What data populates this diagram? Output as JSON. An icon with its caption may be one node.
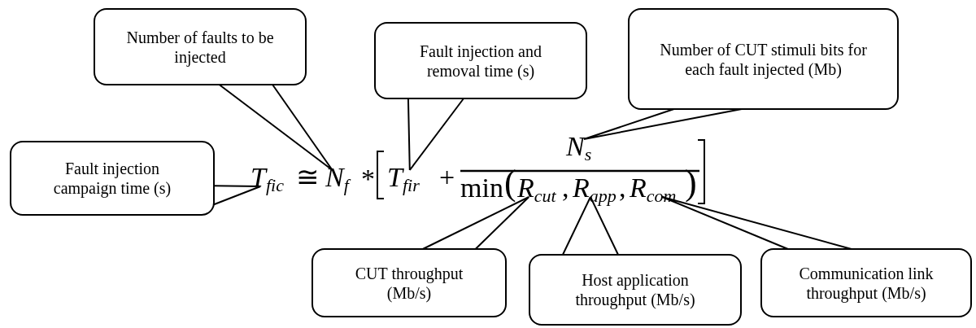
{
  "diagram": {
    "nodes": [
      {
        "text": [
          "Number of faults to be injected"
        ]
      },
      {
        "text": [
          "Fault injection and removal time (s)"
        ]
      },
      {
        "text": [
          "Number of CUT stimuli bits for each fault injected (Mb)"
        ]
      },
      {
        "text": [
          "Fault injection campaign time (s)"
        ]
      },
      {
        "text": [
          "T$_{fic}$"
        ]
      },
      {
        "text": [
          "N$_{f}$"
        ]
      },
      {
        "text": [
          "T$_{fir}$"
        ]
      },
      {
        "text": [
          "N$_{s}$"
        ]
      },
      {
        "text": [
          "R$_{cut}$"
        ]
      },
      {
        "text": [
          "R$_{app}$"
        ]
      },
      {
        "text": [
          "R$_{com}$"
        ]
      },
      {
        "text": [
          "CUT throughput (Mb/s)"
        ]
      },
      {
        "text": [
          "Host application throughput (Mb/s)"
        ]
      },
      {
        "text": [
          "Communication link throughput (Mb/s)"
        ]
      }
    ],
    "edges": [
      {
        "from": 0,
        "to": 5,
        "arrow": "none"
      },
      {
        "from": 1,
        "to": 6,
        "arrow": "none"
      },
      {
        "from": 2,
        "to": 7,
        "arrow": "none"
      },
      {
        "from": 3,
        "to": 4,
        "arrow": "none"
      },
      {
        "from": 11,
        "to": 8,
        "arrow": "none"
      },
      {
        "from": 12,
        "to": 9,
        "arrow": "none"
      },
      {
        "from": 13,
        "to": 10,
        "arrow": "none"
      }
    ],
    "labels": [
      "≅",
      "*",
      "+",
      "min",
      "(",
      ",",
      ",",
      ")"
    ]
  }
}
